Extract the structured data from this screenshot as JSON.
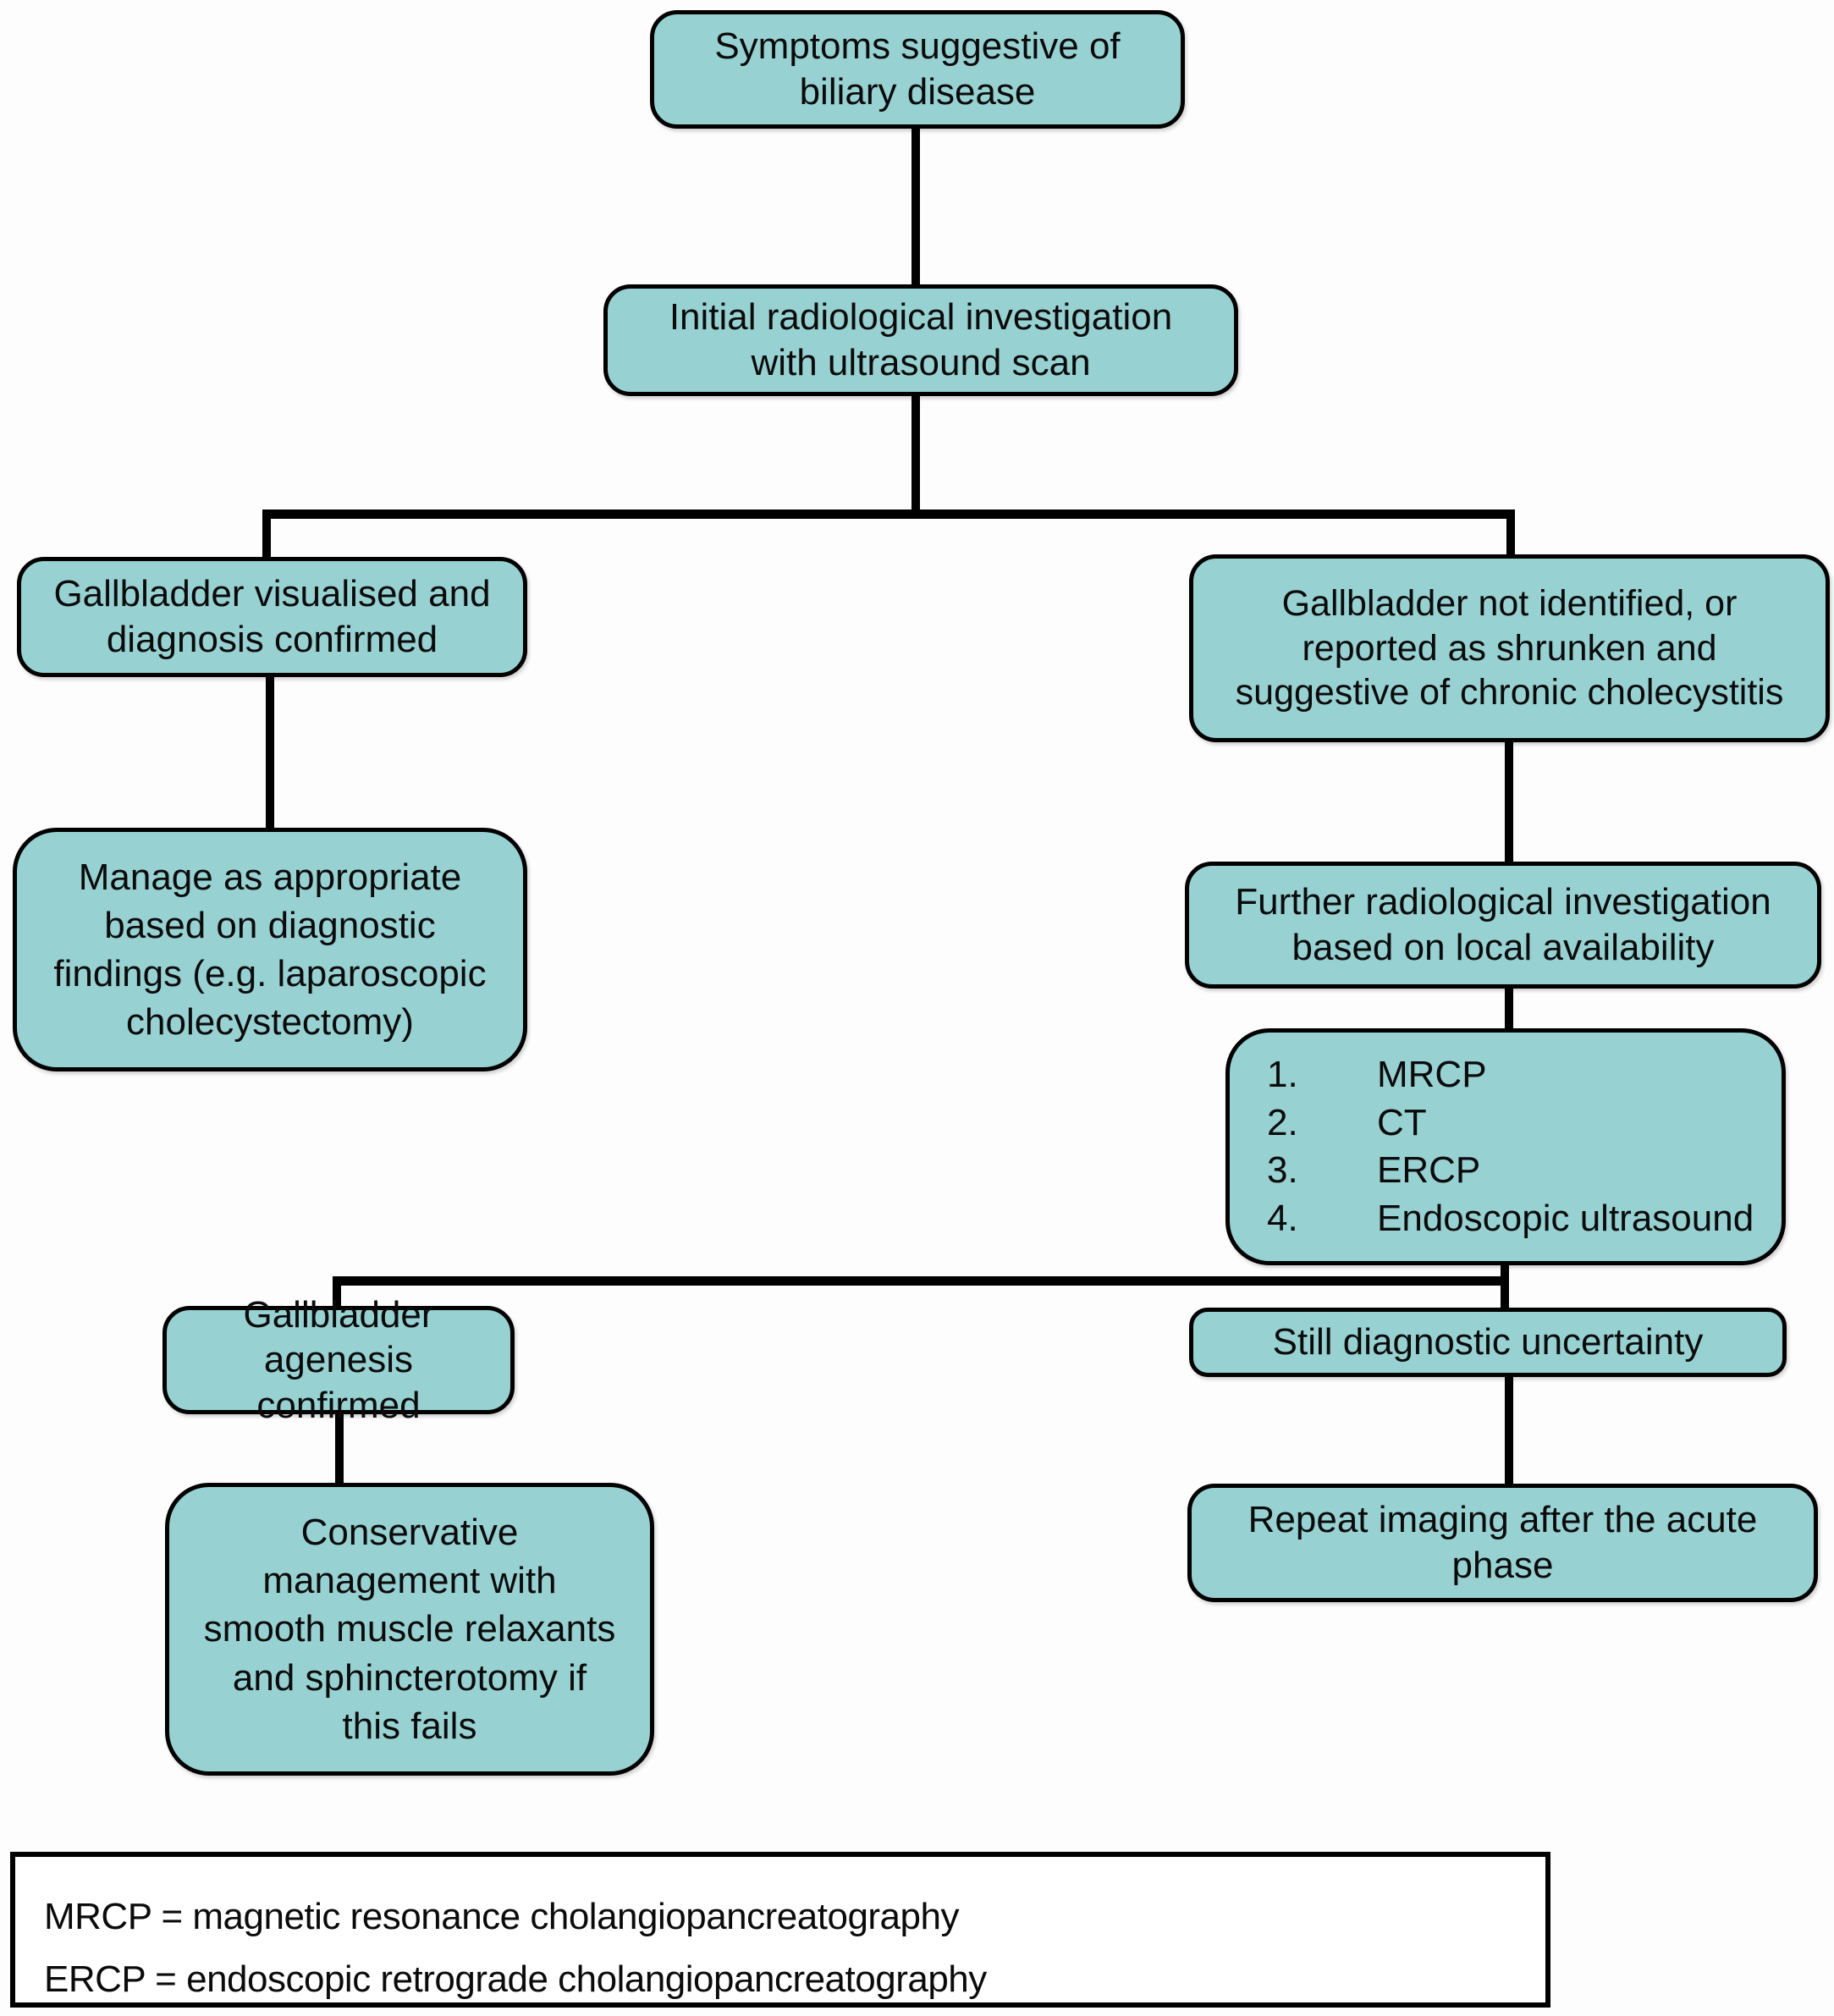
{
  "colors": {
    "node_fill": "#97d1d2",
    "node_border": "#000000",
    "connector_color": "#000000",
    "background": "#fdfdfd",
    "legend_fill": "#ffffff",
    "text": "#0b0b0b"
  },
  "nodes": {
    "symptoms": "Symptoms suggestive of\nbiliary disease",
    "initial_investigation": "Initial radiological investigation\nwith ultrasound scan",
    "gb_visualised": "Gallbladder visualised and\ndiagnosis confirmed",
    "gb_not_identified": "Gallbladder not identified, or\nreported as shrunken and\nsuggestive of chronic cholecystitis",
    "manage": "Manage as appropriate\nbased on diagnostic\nfindings (e.g. laparoscopic\ncholecystectomy)",
    "further_investigation": "Further radiological investigation\nbased on local availability",
    "agenesis_confirmed": "Gallbladder agenesis\nconfirmed",
    "still_uncertainty": "Still diagnostic uncertainty",
    "conservative": "Conservative\nmanagement with\nsmooth muscle relaxants\nand sphincterotomy if\nthis fails",
    "repeat_imaging": "Repeat imaging after the acute\nphase"
  },
  "list_node": {
    "items": [
      {
        "num": "1.",
        "label": "MRCP"
      },
      {
        "num": "2.",
        "label": "CT"
      },
      {
        "num": "3.",
        "label": "ERCP"
      },
      {
        "num": "4.",
        "label": "Endoscopic ultrasound"
      }
    ]
  },
  "legend": {
    "line1": "MRCP = magnetic resonance cholangiopancreatography",
    "line2": "ERCP = endoscopic retrograde cholangiopancreatography"
  }
}
